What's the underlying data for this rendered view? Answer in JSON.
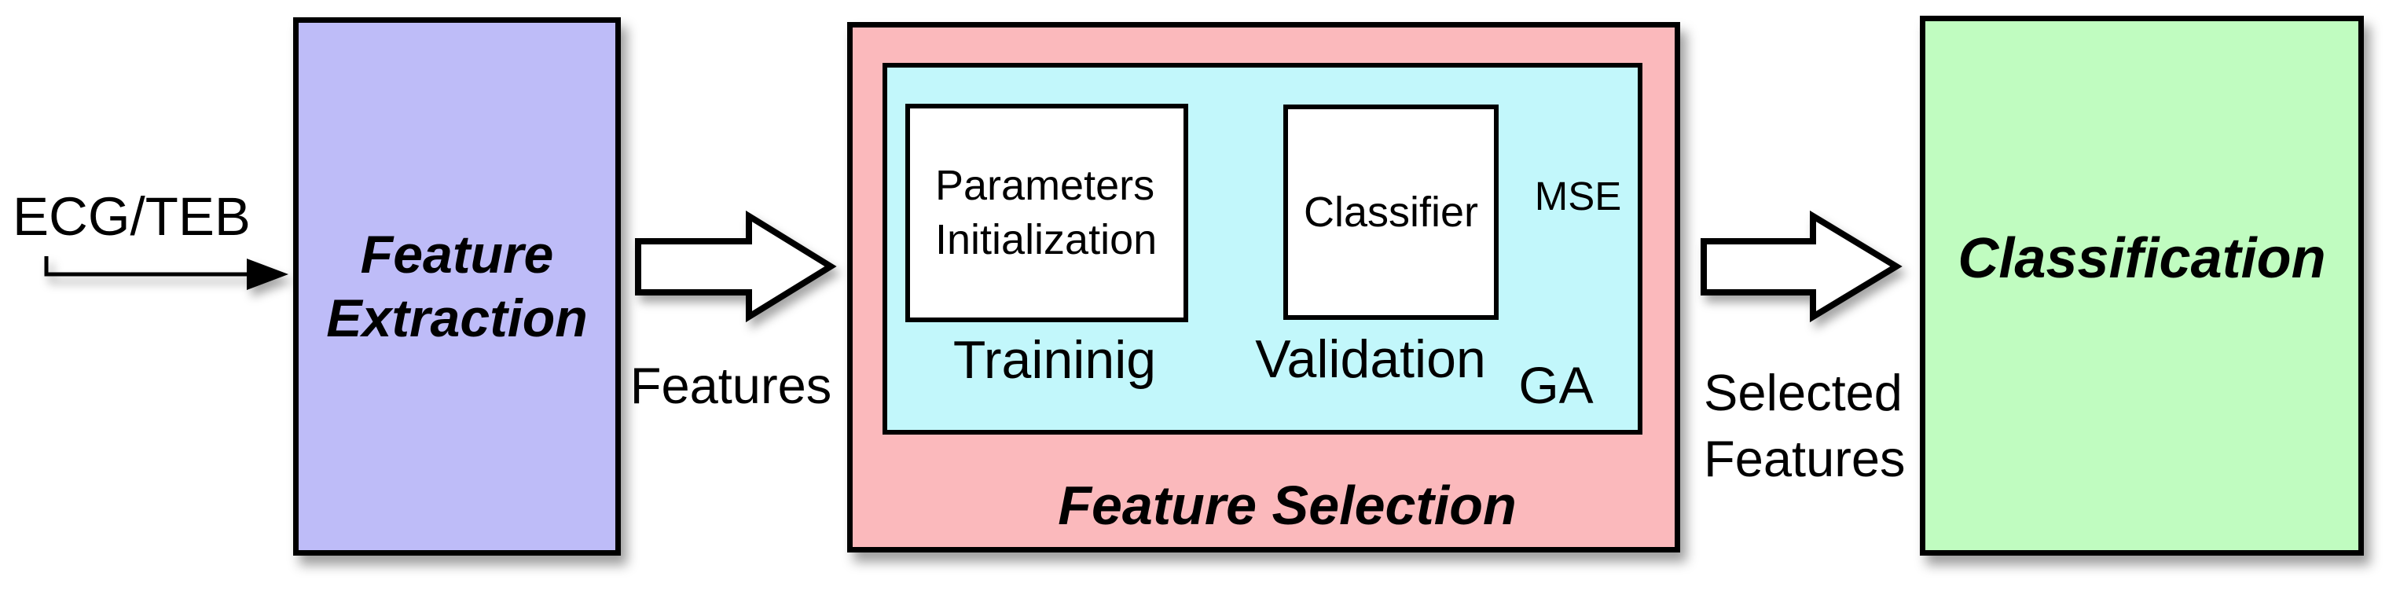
{
  "colors": {
    "feature_extraction_fill": "#bebcf8",
    "feature_selection_fill": "#fbb9bc",
    "ga_loop_fill": "#c2f7fb",
    "classification_fill": "#c0fcc0",
    "box_border": "#000000",
    "arrow_fill": "#ffffff",
    "text": "#000000"
  },
  "input": {
    "label": "ECG/TEB"
  },
  "feature_extraction": {
    "line1": "Feature",
    "line2": "Extraction"
  },
  "features_arrow": {
    "label": "Features"
  },
  "feature_selection": {
    "title": "Feature Selection",
    "training": {
      "caption": "Traininig",
      "box_line1": "Parameters",
      "box_line2": "Initialization"
    },
    "validation": {
      "caption": "Validation",
      "box_label": "Classifier"
    },
    "mse_label": "MSE",
    "ga_label": "GA"
  },
  "selected_features_arrow": {
    "line1": "Selected",
    "line2": "Features"
  },
  "classification": {
    "label": "Classification"
  }
}
